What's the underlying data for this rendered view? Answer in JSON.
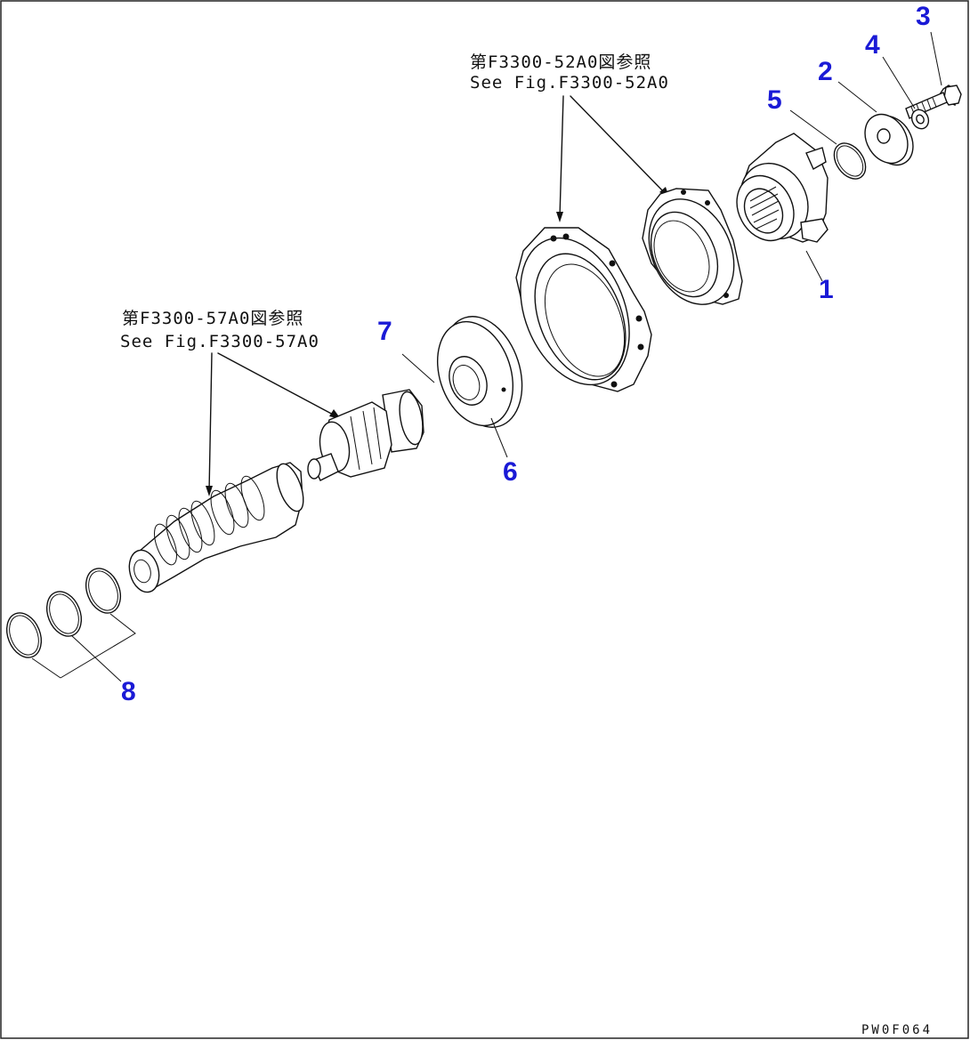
{
  "drawing": {
    "references": [
      {
        "jp": "第F3300-52A0図参照",
        "en": "See Fig.F3300-52A0"
      },
      {
        "jp": "第F3300-57A0図参照",
        "en": "See Fig.F3300-57A0"
      }
    ],
    "callouts": [
      "1",
      "2",
      "3",
      "4",
      "5",
      "6",
      "7",
      "8"
    ],
    "drawing_code": "PW0F064"
  }
}
